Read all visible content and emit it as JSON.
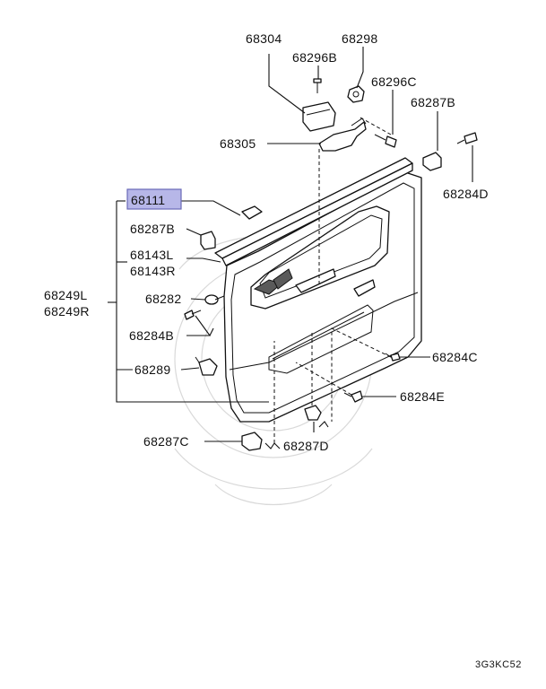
{
  "diagram": {
    "code": "3G3KC52",
    "highlight_color": "#b7b7e8",
    "labels": {
      "p68304": "68304",
      "p68298": "68298",
      "p68296B": "68296B",
      "p68296C": "68296C",
      "p68287B_top": "68287B",
      "p68305": "68305",
      "p68284D": "68284D",
      "p68111": "68111",
      "p68287B_left": "68287B",
      "p68143L": "68143L",
      "p68143R": "68143R",
      "p68249L": "68249L",
      "p68249R": "68249R",
      "p68282": "68282",
      "p68284B": "68284B",
      "p68289": "68289",
      "p68284C": "68284C",
      "p68284E": "68284E",
      "p68287C": "68287C",
      "p68287D": "68287D"
    }
  }
}
